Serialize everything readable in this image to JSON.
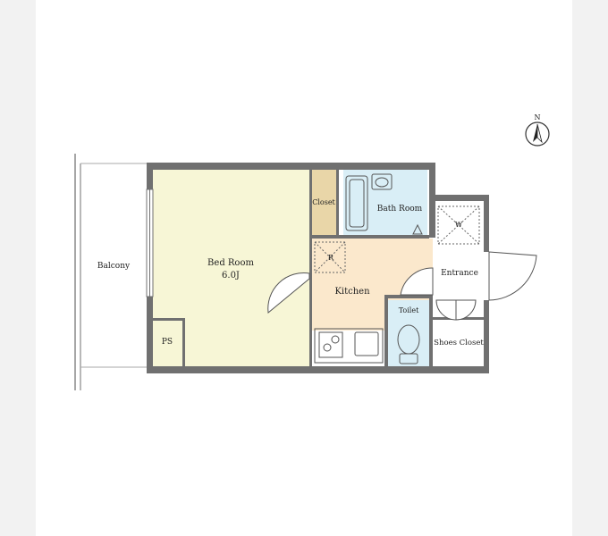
{
  "floorplan": {
    "compass_label": "N",
    "rooms": {
      "balcony": "Balcony",
      "bedroom": "Bed Room",
      "bedroom_size": "6.0J",
      "closet": "Closet",
      "bath": "Bath Room",
      "kitchen": "Kitchen",
      "fridge": "R",
      "washer": "W",
      "entrance": "Entrance",
      "toilet": "Toilet",
      "shoes_closet": "Shoes Closet",
      "ps": "PS"
    },
    "colors": {
      "wall": "#707070",
      "bedroom": "#f7f6d6",
      "closet": "#e9d6a8",
      "bath": "#d9eef6",
      "kitchen": "#fbe8cc",
      "toilet": "#d9eef6",
      "page_bg": "#f2f2f2"
    }
  }
}
